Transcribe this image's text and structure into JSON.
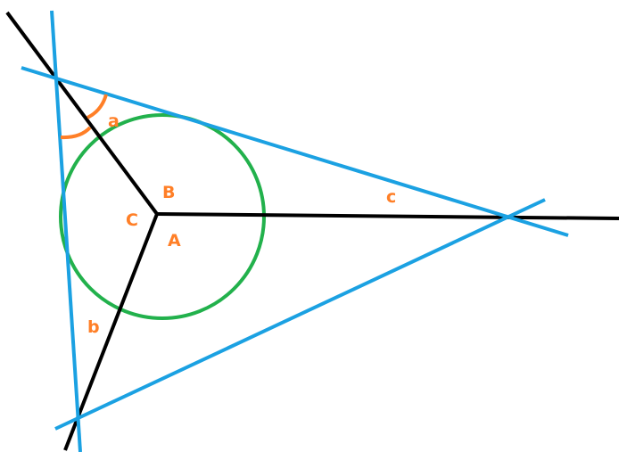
{
  "labels": {
    "angle_a": "a",
    "side_b": "b",
    "side_c": "c",
    "vertex_A": "A",
    "vertex_B": "B",
    "vertex_C": "C"
  },
  "colors": {
    "tangent_lines": "#1ba1e2",
    "bisectors": "#000000",
    "incircle": "#22b14c",
    "annotations": "#ff7f27"
  }
}
